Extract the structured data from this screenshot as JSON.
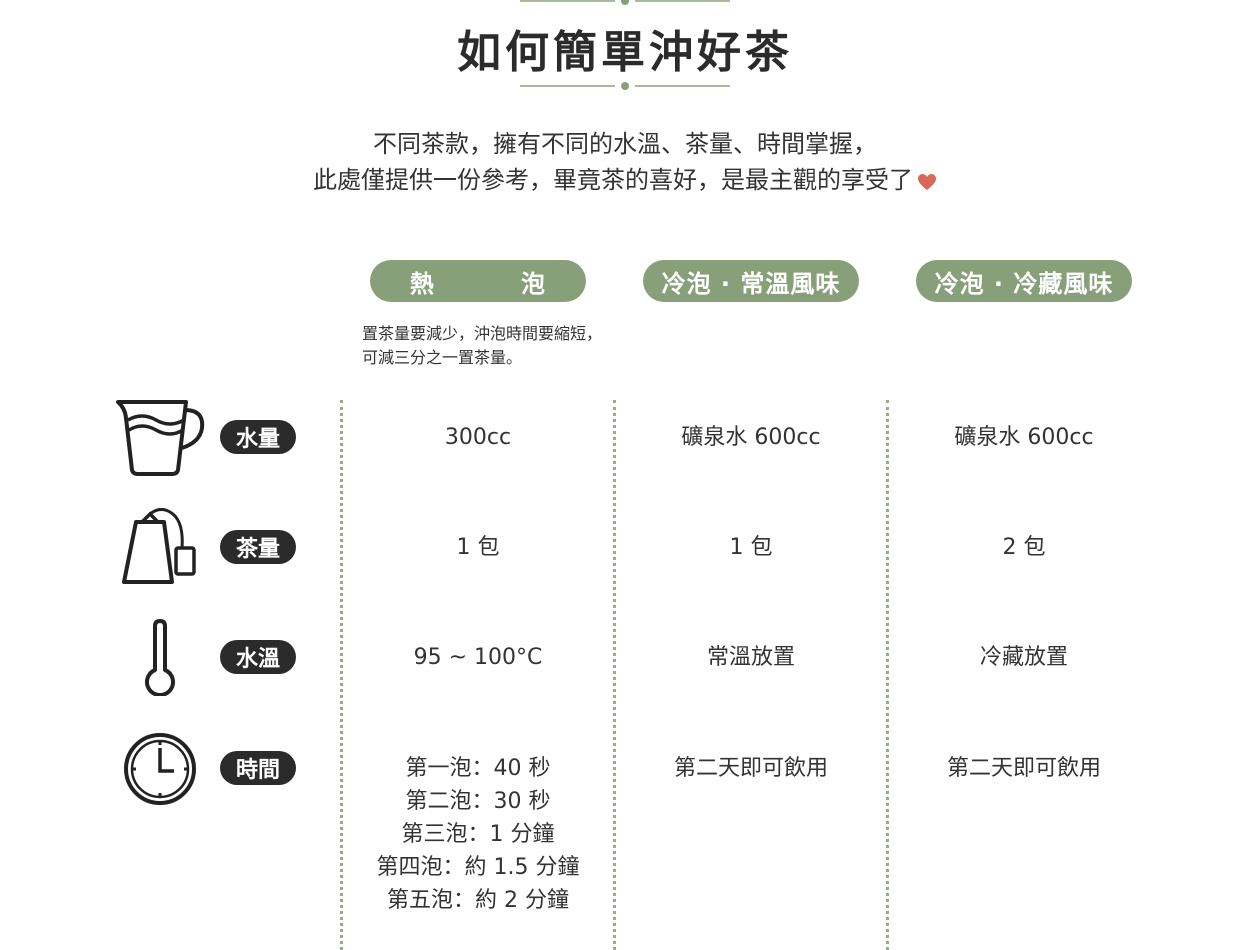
{
  "title": "如何簡單沖好茶",
  "intro": {
    "line1": "不同茶款，擁有不同的水溫、茶量、時間掌握，",
    "line2": "此處僅提供一份參考，畢竟茶的喜好，是最主觀的享受了"
  },
  "colors": {
    "accent": "#88a07a",
    "label_bg": "#2b2b2b",
    "heart": "#d9675a"
  },
  "columns": [
    {
      "part1": "熱",
      "part2": "泡"
    },
    {
      "label": "冷泡 · 常溫風味"
    },
    {
      "label": "冷泡 · 冷藏風味"
    }
  ],
  "hot_note": "置茶量要減少，沖泡時間要縮短，可減三分之一置茶量。",
  "rows": [
    {
      "icon": "pitcher-icon",
      "label": "水量",
      "hot": "300cc",
      "room": "礦泉水 600cc",
      "cold": "礦泉水 600cc"
    },
    {
      "icon": "teabag-icon",
      "label": "茶量",
      "hot": "1 包",
      "room": "1 包",
      "cold": "2 包"
    },
    {
      "icon": "thermometer-icon",
      "label": "水溫",
      "hot": "95 ~ 100°C",
      "room": "常溫放置",
      "cold": "冷藏放置"
    },
    {
      "icon": "clock-icon",
      "label": "時間",
      "hot_lines": [
        "第一泡：40 秒",
        "第二泡：30 秒",
        "第三泡：1 分鐘",
        "第四泡：約 1.5 分鐘",
        "第五泡：約 2 分鐘"
      ],
      "room": "第二天即可飲用",
      "cold": "第二天即可飲用"
    }
  ]
}
